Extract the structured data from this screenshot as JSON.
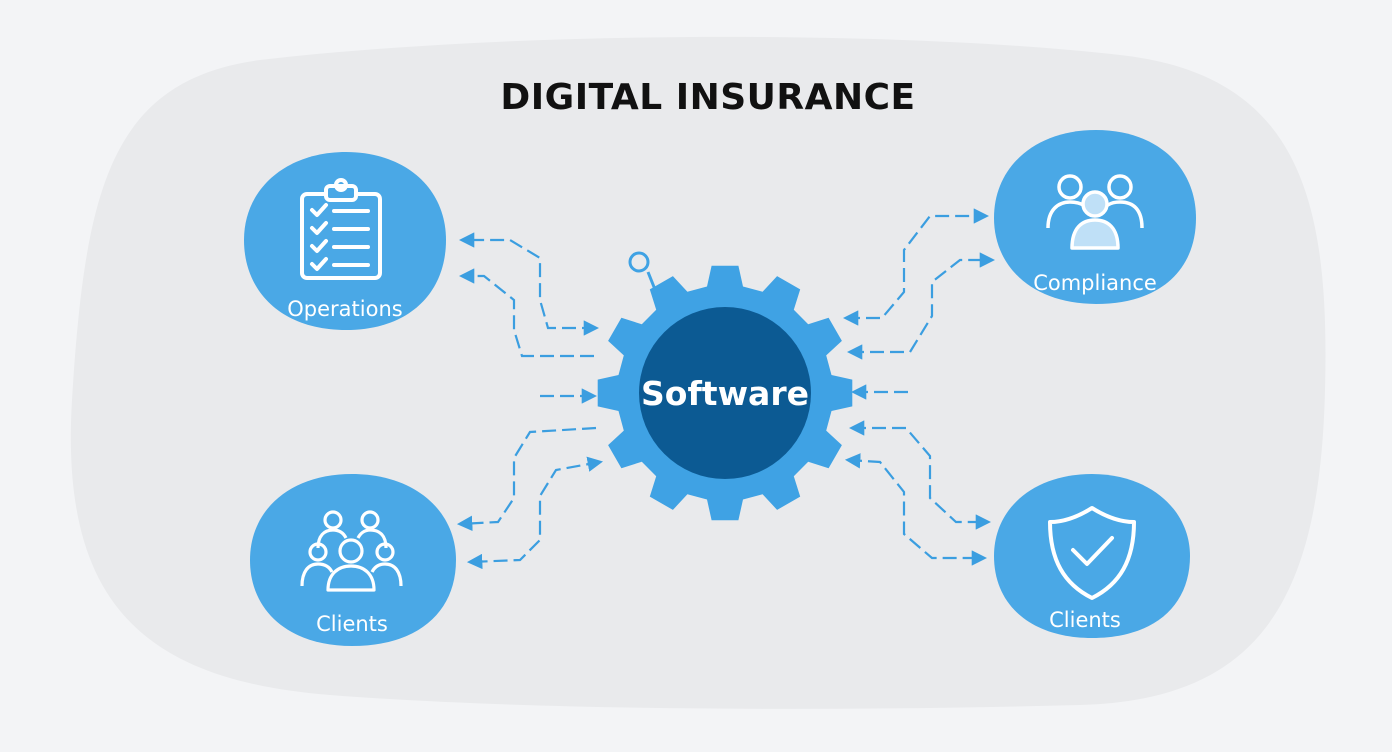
{
  "title": "DIGITAL INSURANCE",
  "colors": {
    "background": "#f3f4f6",
    "panel": "#e9eaec",
    "node_fill": "#4aa8e6",
    "gear_fill": "#3fa2e4",
    "gear_core": "#0c5a93",
    "arrow": "#3b9ee0",
    "title": "#111111"
  },
  "center": {
    "label": "Software",
    "icon": "gear-icon"
  },
  "nodes": [
    {
      "id": "operations",
      "label": "Operations",
      "icon": "clipboard-checklist-icon"
    },
    {
      "id": "compliance",
      "label": "Compliance",
      "icon": "users-group-icon"
    },
    {
      "id": "clients_left",
      "label": "Clients",
      "icon": "people-crowd-icon"
    },
    {
      "id": "clients_right",
      "label": "Clients",
      "icon": "shield-check-icon"
    }
  ]
}
